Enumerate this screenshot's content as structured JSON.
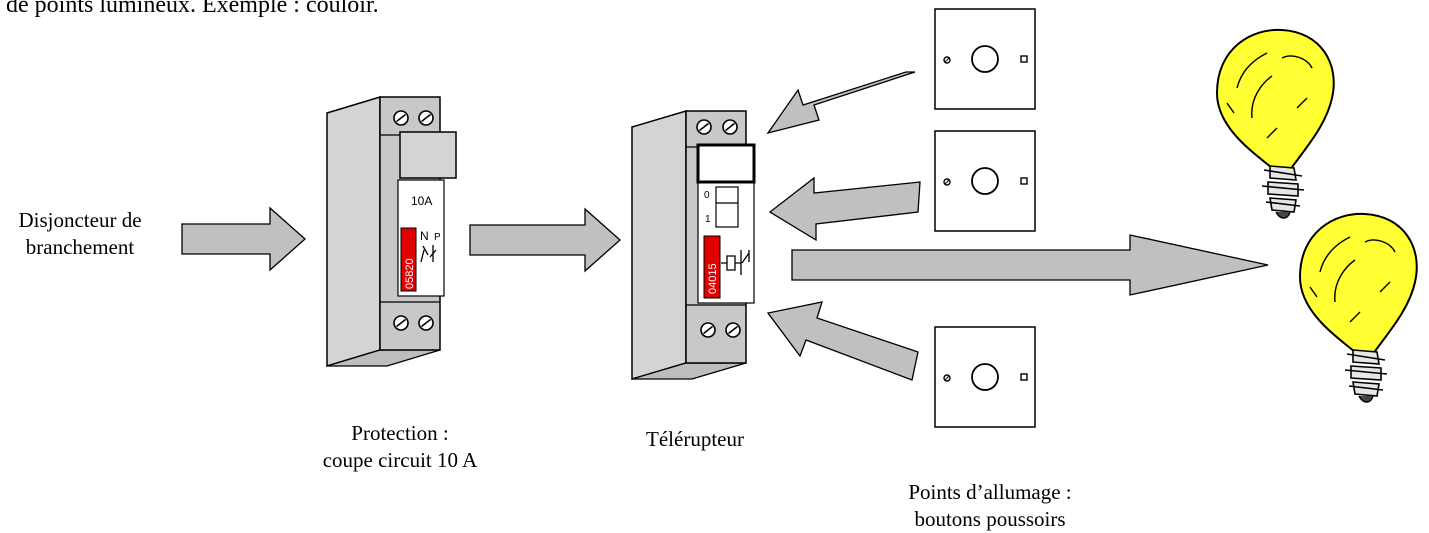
{
  "header": {
    "text": "de points lumineux. Exemple : couloir."
  },
  "labels": {
    "main_breaker_line1": "Disjoncteur de",
    "main_breaker_line2": "branchement",
    "protection_line1": "Protection :",
    "protection_line2": "coupe circuit 10 A",
    "relay": "Télérupteur",
    "switch_points_line1": "Points d’allumage :",
    "switch_points_line2": "boutons poussoirs"
  },
  "devices": {
    "breaker_rating": "10A",
    "breaker_terminal_n": "N",
    "breaker_terminal_p": "P",
    "breaker_ref": "05820",
    "relay_mark_off": "0",
    "relay_mark_on": "1",
    "relay_ref": "04015"
  },
  "colors": {
    "device_body": "#d4d4d4",
    "device_face": "#c8c8c8",
    "arrow": "#c0c0c0",
    "ref_tag": "#e00000",
    "bulb": "#ffff33"
  },
  "icons": [
    "screw-icon",
    "push-button-icon",
    "light-bulb-icon",
    "arrow-icon"
  ]
}
